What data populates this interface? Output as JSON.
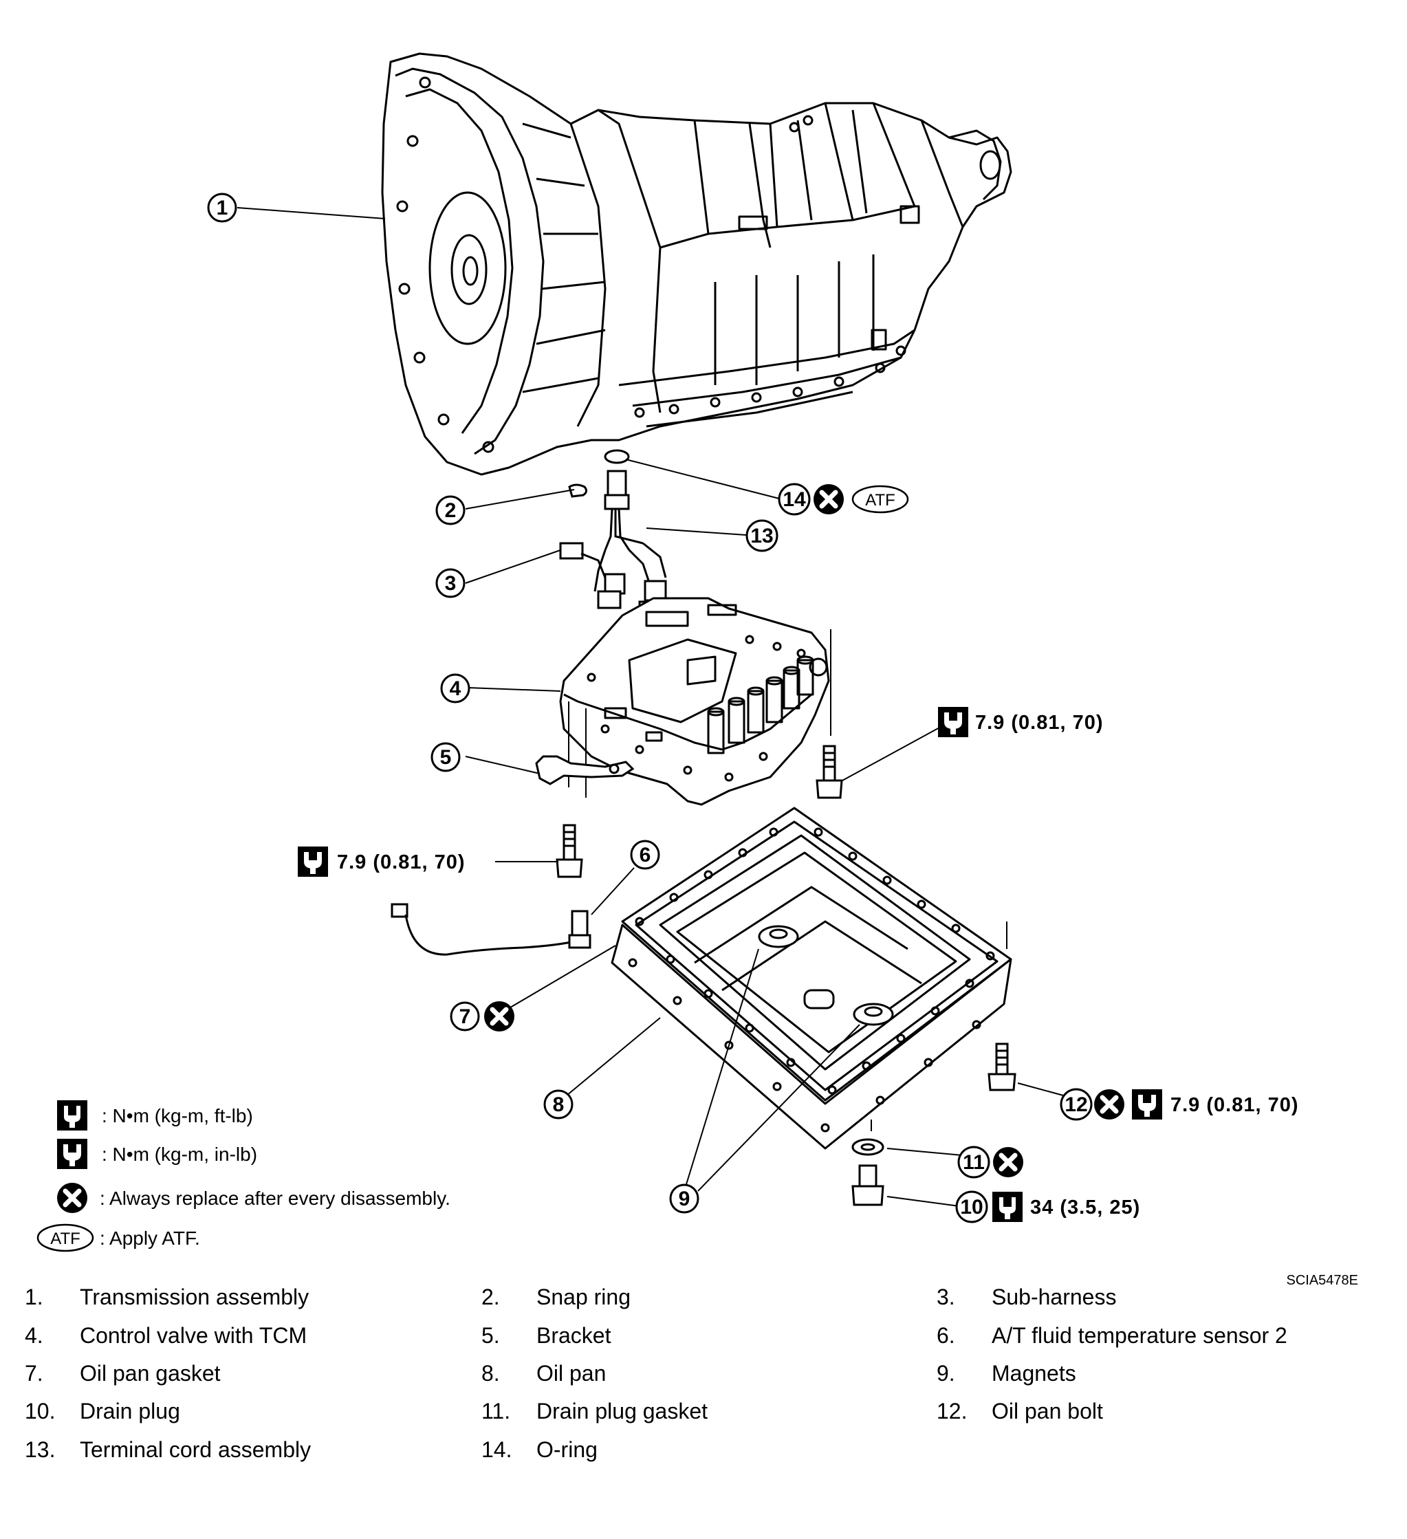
{
  "callouts": {
    "c1": "1",
    "c2": "2",
    "c3": "3",
    "c4": "4",
    "c5": "5",
    "c6": "6",
    "c7": "7",
    "c8": "8",
    "c9": "9",
    "c10": "10",
    "c11": "11",
    "c12": "12",
    "c13": "13",
    "c14": "14"
  },
  "torque": {
    "valve_bolt": "7.9  (0.81,  70)",
    "bracket_bolt": "7.9  (0.81,  70)",
    "pan_bolt": "7.9  (0.81,  70)",
    "drain_plug": "34  (3.5,  25)"
  },
  "atf_badge": "ATF",
  "legend": {
    "ftlb": ":  N•m   (kg-m,    ft-lb)",
    "inlb": ":  N•m   (kg-m,    in-lb)",
    "replace": ": Always replace after every disassembly.",
    "atf_label": "ATF",
    "atf": ": Apply ATF."
  },
  "figure_code": "SCIA5478E",
  "parts": [
    {
      "num": "1.",
      "name": "Transmission assembly"
    },
    {
      "num": "2.",
      "name": "Snap ring"
    },
    {
      "num": "3.",
      "name": "Sub-harness"
    },
    {
      "num": "4.",
      "name": "Control valve with TCM"
    },
    {
      "num": "5.",
      "name": "Bracket"
    },
    {
      "num": "6.",
      "name": "A/T fluid temperature sensor 2"
    },
    {
      "num": "7.",
      "name": "Oil pan gasket"
    },
    {
      "num": "8.",
      "name": "Oil pan"
    },
    {
      "num": "9.",
      "name": "Magnets"
    },
    {
      "num": "10.",
      "name": "Drain plug"
    },
    {
      "num": "11.",
      "name": "Drain plug gasket"
    },
    {
      "num": "12.",
      "name": "Oil pan bolt"
    },
    {
      "num": "13.",
      "name": "Terminal cord assembly"
    },
    {
      "num": "14.",
      "name": "O-ring"
    }
  ]
}
